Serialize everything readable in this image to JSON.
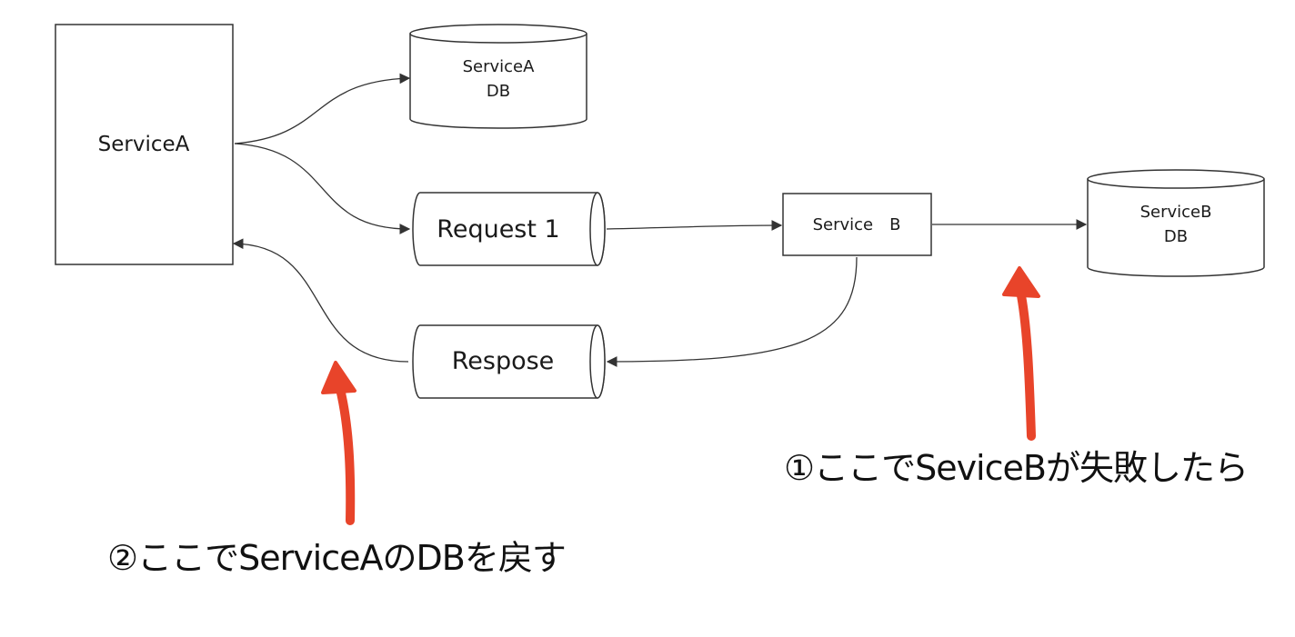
{
  "nodes": {
    "service_a": "ServiceA",
    "service_a_db": [
      "ServiceA",
      "DB"
    ],
    "request": "Request 1",
    "service_b": "Service　B",
    "service_b_db": [
      "ServiceB",
      "DB"
    ],
    "response": "Respose"
  },
  "annotations": {
    "note_1": "①ここでSeviceBが失敗したら",
    "note_2": "②ここでServiceAのDBを戻す"
  },
  "colors": {
    "stroke": "#333333",
    "highlight_arrow": "#e8442a"
  }
}
